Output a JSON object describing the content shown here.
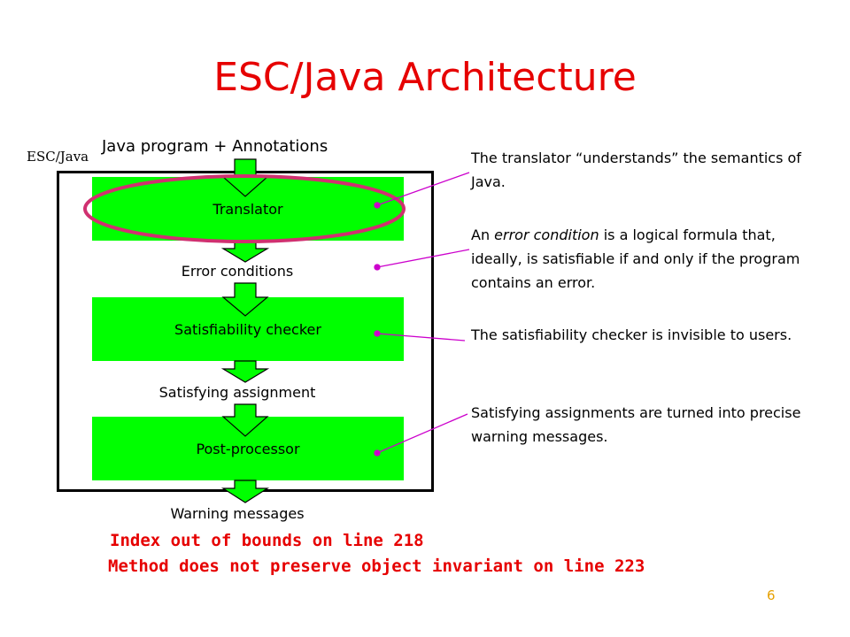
{
  "title": "ESC/Java Architecture",
  "esc_label": "ESC/Java",
  "input_label": "Java program + Annotations",
  "boxes": {
    "translator": "Translator",
    "checker": "Satisfiability checker",
    "postprocessor": "Post-processor"
  },
  "intermediate": {
    "error_conditions": "Error conditions",
    "satisfying_assignment": "Satisfying assignment",
    "warning_messages": "Warning messages"
  },
  "notes": {
    "translator": "The translator “understands” the semantics of Java.",
    "error_prefix": "An ",
    "error_em": "error condition",
    "error_rest": " is a logical formula that, ideally, is satisfiable if and only if the program contains an error.",
    "checker": "The satisfiability checker is invisible to users.",
    "assignments": "Satisfying assignments are turned into precise warning messages."
  },
  "warnings": [
    "Index out of bounds on line 218",
    "Method does not preserve object invariant on line 223"
  ],
  "page_number": "6",
  "colors": {
    "title": "#e60000",
    "box": "#00ff00",
    "highlight": "#d03070",
    "connector": "#cc00cc"
  }
}
